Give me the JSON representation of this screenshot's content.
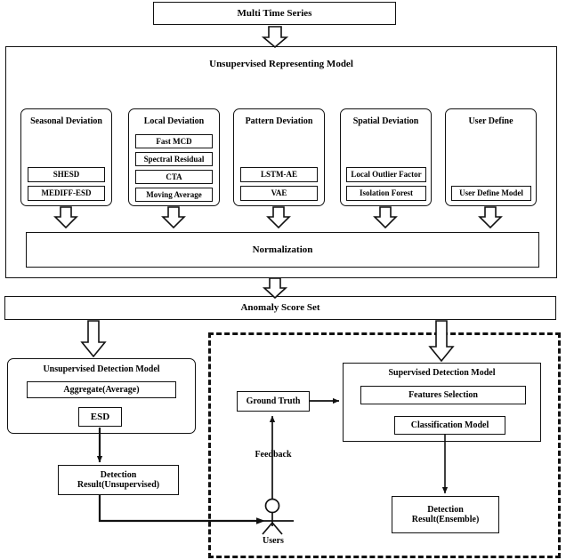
{
  "diagram": {
    "title_box": {
      "label": "Multi Time Series"
    },
    "representing_model": {
      "title": "Unsupervised Representing Model",
      "columns": [
        {
          "title": "Seasonal Deviation",
          "items": [
            "SHESD",
            "MEDIFF-ESD"
          ]
        },
        {
          "title": "Local Deviation",
          "items": [
            "Fast MCD",
            "Spectral Residual",
            "CTA",
            "Moving Average"
          ]
        },
        {
          "title": "Pattern Deviation",
          "items": [
            "LSTM-AE",
            "VAE"
          ]
        },
        {
          "title": "Spatial Deviation",
          "items": [
            "Local Outlier Factor",
            "Isolation Forest"
          ]
        },
        {
          "title": "User Define",
          "items": [
            "User Define Model"
          ]
        }
      ],
      "normalization": "Normalization"
    },
    "anomaly_score_set": {
      "label": "Anomaly Score Set"
    },
    "unsupervised_branch": {
      "model_title": "Unsupervised Detection Model",
      "aggregate": "Aggregate(Average)",
      "esd": "ESD",
      "result_line1": "Detection",
      "result_line2": "Result(Unsupervised)"
    },
    "supervised_branch": {
      "ground_truth": "Ground Truth",
      "feedback": "Feedback",
      "users": "Users",
      "model_title": "Supervised Detection Model",
      "features_selection": "Features Selection",
      "classification_model": "Classification Model",
      "result_line1": "Detection",
      "result_line2": "Result(Ensemble)"
    }
  },
  "colors": {
    "stroke": "#111111",
    "background": "#ffffff"
  }
}
